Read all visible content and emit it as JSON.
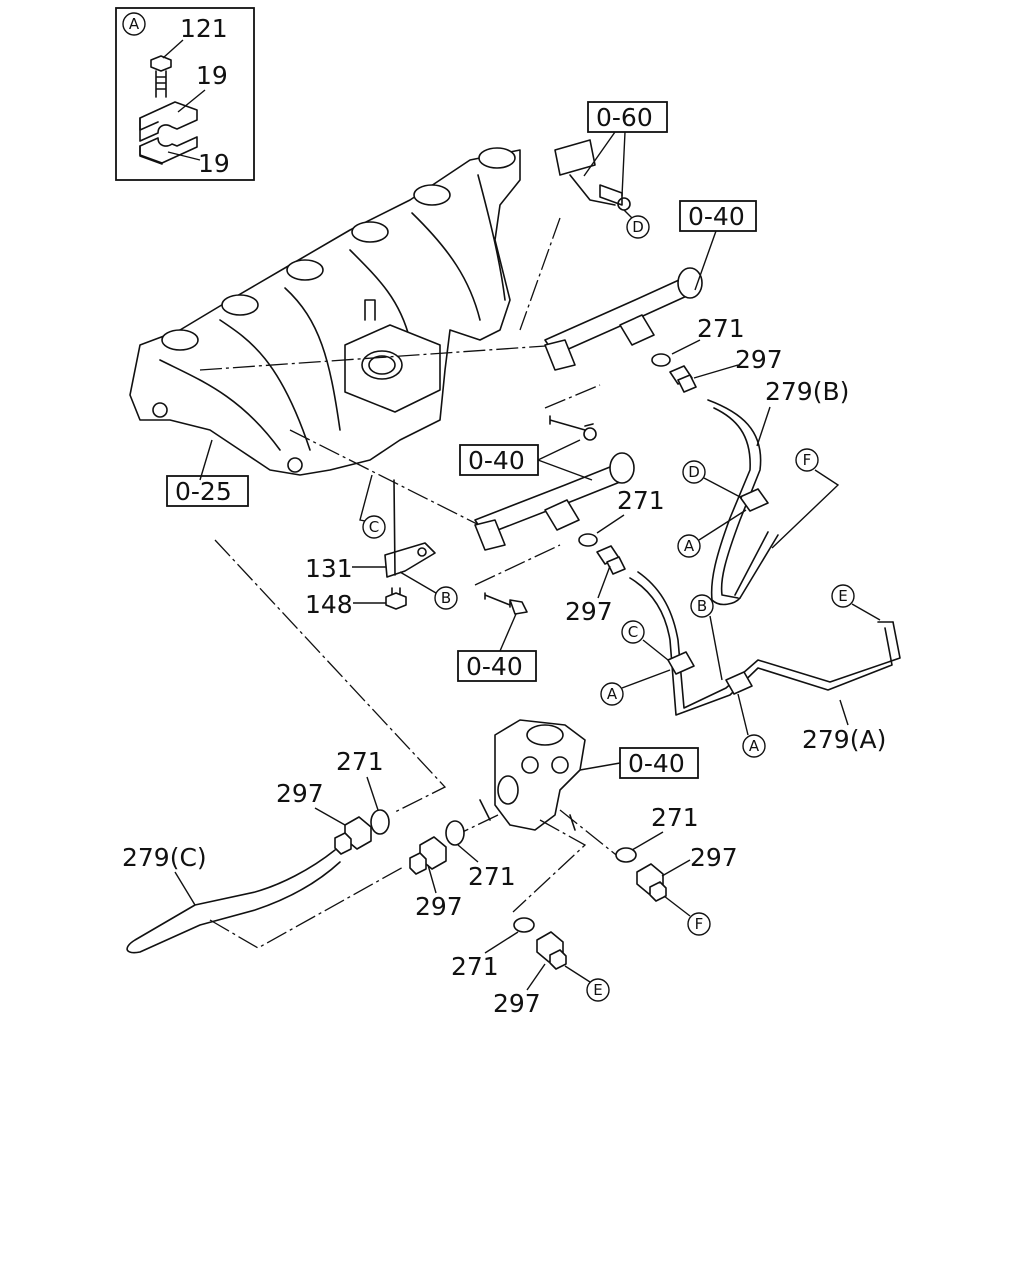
{
  "diagram": {
    "type": "exploded parts diagram",
    "inset": {
      "letter": "A",
      "parts": [
        "121",
        "19",
        "19"
      ]
    },
    "reference_boxes": {
      "intake_manifold": "0-25",
      "egr_upper": "0-60",
      "egr_cooler_right": "0-40",
      "egr_cooler_middle": "0-40",
      "egr_cooler_lower": "0-40",
      "egr_valve": "0-40"
    },
    "part_numbers": {
      "p271_a": "271",
      "p297_a": "297",
      "p279_b": "279(B)",
      "p271_b": "271",
      "p297_b": "297",
      "p131": "131",
      "p148": "148",
      "p279_a": "279(A)",
      "p271_c": "271",
      "p297_c": "297",
      "p279_c": "279(C)",
      "p297_d": "297",
      "p271_d": "271",
      "p271_e": "271",
      "p297_e": "297",
      "p271_f": "271",
      "p297_f": "297"
    },
    "letters": {
      "C_manifold": "C",
      "B_bracket": "B",
      "D_upper": "D",
      "F_pipe_b": "F",
      "D_pipe_b": "D",
      "A_pipe_b": "A",
      "E_pipe_a": "E",
      "B_pipe_a": "B",
      "C_pipe_a": "C",
      "A_pipe_a1": "A",
      "A_pipe_a2": "A",
      "F_valve": "F",
      "E_valve": "E"
    }
  }
}
